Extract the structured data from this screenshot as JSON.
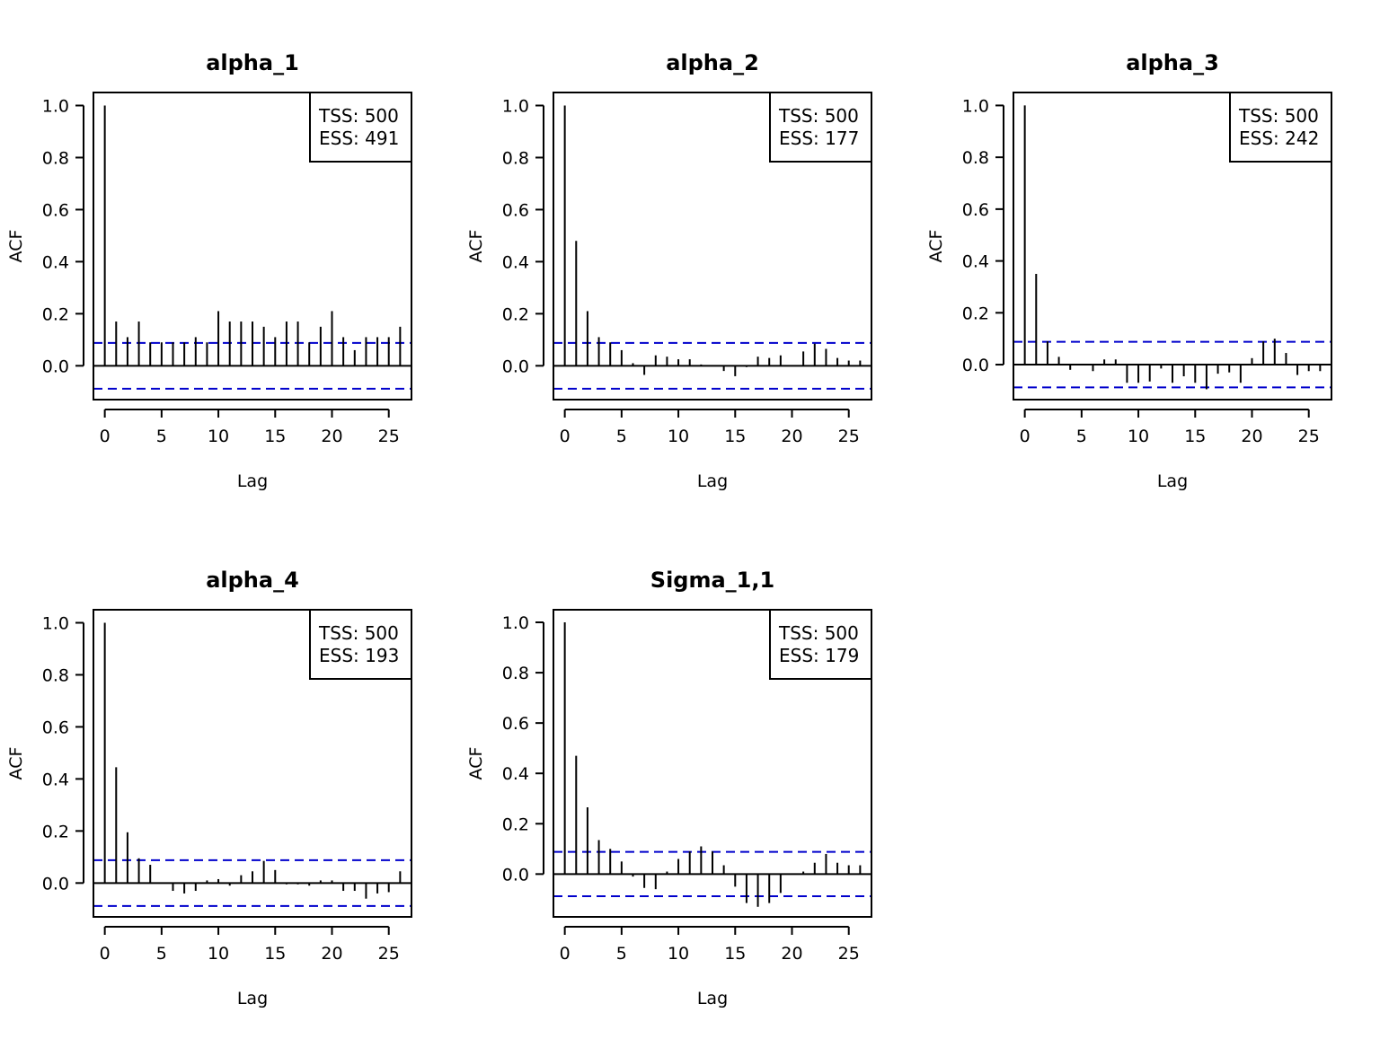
{
  "chart_data": [
    {
      "type": "bar",
      "title": "alpha_1",
      "xlabel": "Lag",
      "ylabel": "ACF",
      "xlim": [
        -1,
        27
      ],
      "ylim": [
        -0.13,
        1.05
      ],
      "xticks": [
        0,
        5,
        10,
        15,
        20,
        25
      ],
      "yticks": [
        0.0,
        0.2,
        0.4,
        0.6,
        0.8,
        1.0
      ],
      "ytick_labels": [
        "0.0",
        "0.2",
        "0.4",
        "0.6",
        "0.8",
        "1.0"
      ],
      "ci": 0.088,
      "ci_color": "#0000cc",
      "legend": {
        "position": "top-right",
        "tss": "TSS: 500",
        "ess": "ESS: 491"
      },
      "lags": [
        0,
        1,
        2,
        3,
        4,
        5,
        6,
        7,
        8,
        9,
        10,
        11,
        12,
        13,
        14,
        15,
        16,
        17,
        18,
        19,
        20,
        21,
        22,
        23,
        24,
        25,
        26
      ],
      "acf": [
        1.0,
        0.17,
        0.11,
        0.17,
        0.09,
        0.09,
        0.09,
        0.09,
        0.11,
        0.09,
        0.21,
        0.17,
        0.17,
        0.17,
        0.15,
        0.11,
        0.17,
        0.17,
        0.09,
        0.15,
        0.21,
        0.11,
        0.06,
        0.11,
        0.11,
        0.11,
        0.15
      ]
    },
    {
      "type": "bar",
      "title": "alpha_2",
      "xlabel": "Lag",
      "ylabel": "ACF",
      "xlim": [
        -1,
        27
      ],
      "ylim": [
        -0.13,
        1.05
      ],
      "xticks": [
        0,
        5,
        10,
        15,
        20,
        25
      ],
      "yticks": [
        0.0,
        0.2,
        0.4,
        0.6,
        0.8,
        1.0
      ],
      "ytick_labels": [
        "0.0",
        "0.2",
        "0.4",
        "0.6",
        "0.8",
        "1.0"
      ],
      "ci": 0.088,
      "ci_color": "#0000cc",
      "legend": {
        "position": "top-right",
        "tss": "TSS: 500",
        "ess": "ESS: 177"
      },
      "lags": [
        0,
        1,
        2,
        3,
        4,
        5,
        6,
        7,
        8,
        9,
        10,
        11,
        12,
        13,
        14,
        15,
        16,
        17,
        18,
        19,
        20,
        21,
        22,
        23,
        24,
        25,
        26
      ],
      "acf": [
        1.0,
        0.48,
        0.21,
        0.11,
        0.09,
        0.06,
        0.01,
        -0.035,
        0.04,
        0.035,
        0.025,
        0.025,
        0.005,
        0.0,
        -0.02,
        -0.04,
        -0.005,
        0.035,
        0.03,
        0.04,
        0.0,
        0.055,
        0.085,
        0.065,
        0.03,
        0.02,
        0.02
      ]
    },
    {
      "type": "bar",
      "title": "alpha_3",
      "xlabel": "Lag",
      "ylabel": "ACF",
      "xlim": [
        -1,
        27
      ],
      "ylim": [
        -0.135,
        1.05
      ],
      "xticks": [
        0,
        5,
        10,
        15,
        20,
        25
      ],
      "yticks": [
        0.0,
        0.2,
        0.4,
        0.6,
        0.8,
        1.0
      ],
      "ytick_labels": [
        "0.0",
        "0.2",
        "0.4",
        "0.6",
        "0.8",
        "1.0"
      ],
      "ci": 0.088,
      "ci_color": "#0000cc",
      "legend": {
        "position": "top-right",
        "tss": "TSS: 500",
        "ess": "ESS: 242"
      },
      "lags": [
        0,
        1,
        2,
        3,
        4,
        5,
        6,
        7,
        8,
        9,
        10,
        11,
        12,
        13,
        14,
        15,
        16,
        17,
        18,
        19,
        20,
        21,
        22,
        23,
        24,
        25,
        26
      ],
      "acf": [
        1.0,
        0.35,
        0.09,
        0.03,
        -0.02,
        0.0,
        -0.025,
        0.02,
        0.02,
        -0.07,
        -0.07,
        -0.065,
        -0.015,
        -0.07,
        -0.045,
        -0.07,
        -0.095,
        -0.035,
        -0.03,
        -0.07,
        0.025,
        0.09,
        0.1,
        0.045,
        -0.04,
        -0.025,
        -0.025
      ]
    },
    {
      "type": "bar",
      "title": "alpha_4",
      "xlabel": "Lag",
      "ylabel": "ACF",
      "xlim": [
        -1,
        27
      ],
      "ylim": [
        -0.13,
        1.05
      ],
      "xticks": [
        0,
        5,
        10,
        15,
        20,
        25
      ],
      "yticks": [
        0.0,
        0.2,
        0.4,
        0.6,
        0.8,
        1.0
      ],
      "ytick_labels": [
        "0.0",
        "0.2",
        "0.4",
        "0.6",
        "0.8",
        "1.0"
      ],
      "ci": 0.088,
      "ci_color": "#0000cc",
      "legend": {
        "position": "top-right",
        "tss": "TSS: 500",
        "ess": "ESS: 193"
      },
      "lags": [
        0,
        1,
        2,
        3,
        4,
        5,
        6,
        7,
        8,
        9,
        10,
        11,
        12,
        13,
        14,
        15,
        16,
        17,
        18,
        19,
        20,
        21,
        22,
        23,
        24,
        25,
        26
      ],
      "acf": [
        1.0,
        0.445,
        0.195,
        0.095,
        0.07,
        0.0,
        -0.03,
        -0.04,
        -0.03,
        0.01,
        0.015,
        -0.01,
        0.03,
        0.045,
        0.085,
        0.05,
        -0.005,
        -0.005,
        -0.01,
        0.01,
        0.01,
        -0.03,
        -0.03,
        -0.06,
        -0.04,
        -0.035,
        0.045
      ]
    },
    {
      "type": "bar",
      "title": "Sigma_1,1",
      "xlabel": "Lag",
      "ylabel": "ACF",
      "xlim": [
        -1,
        27
      ],
      "ylim": [
        -0.17,
        1.05
      ],
      "xticks": [
        0,
        5,
        10,
        15,
        20,
        25
      ],
      "yticks": [
        0.0,
        0.2,
        0.4,
        0.6,
        0.8,
        1.0
      ],
      "ytick_labels": [
        "0.0",
        "0.2",
        "0.4",
        "0.6",
        "0.8",
        "1.0"
      ],
      "ci": 0.088,
      "ci_color": "#0000cc",
      "legend": {
        "position": "top-right",
        "tss": "TSS: 500",
        "ess": "ESS: 179"
      },
      "lags": [
        0,
        1,
        2,
        3,
        4,
        5,
        6,
        7,
        8,
        9,
        10,
        11,
        12,
        13,
        14,
        15,
        16,
        17,
        18,
        19,
        20,
        21,
        22,
        23,
        24,
        25,
        26
      ],
      "acf": [
        1.0,
        0.47,
        0.265,
        0.135,
        0.1,
        0.05,
        -0.01,
        -0.055,
        -0.06,
        0.01,
        0.06,
        0.09,
        0.11,
        0.09,
        0.035,
        -0.05,
        -0.115,
        -0.13,
        -0.115,
        -0.075,
        0.0,
        0.01,
        0.045,
        0.08,
        0.045,
        0.035,
        0.035
      ]
    }
  ]
}
